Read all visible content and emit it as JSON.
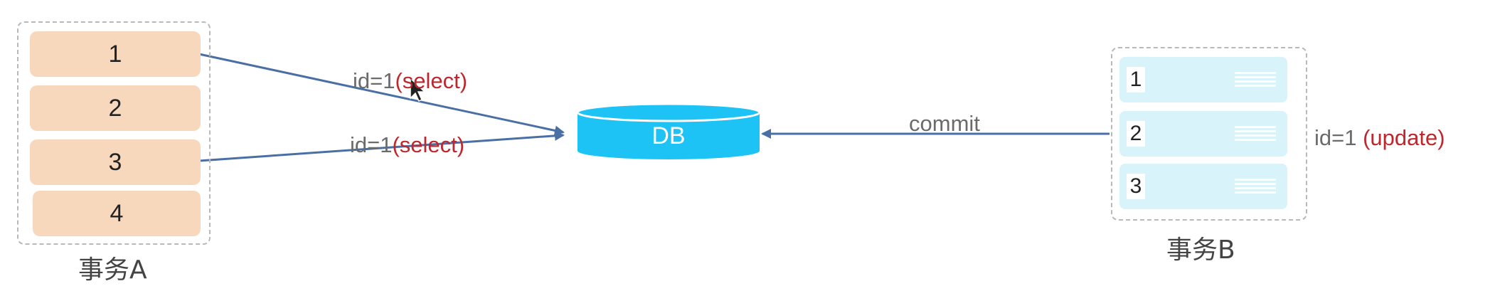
{
  "transaction_a": {
    "caption": "事务A",
    "rows": [
      "1",
      "2",
      "3",
      "4"
    ]
  },
  "transaction_b": {
    "caption": "事务B",
    "rows": [
      "1",
      "2",
      "3"
    ],
    "label_prefix": "id=1 ",
    "label_action": "(update)"
  },
  "database": {
    "label": "DB"
  },
  "arrows": {
    "select_1_prefix": "id=1",
    "select_1_action": "(select)",
    "select_2_prefix": "id=1",
    "select_2_action": "(select)",
    "commit": "commit"
  },
  "colors": {
    "tx_a_row": "#f8d8bd",
    "tx_b_row": "#d9f3fb",
    "db": "#1ec3f5",
    "arrow": "#4a6fa5",
    "highlight": "#c0272d"
  }
}
